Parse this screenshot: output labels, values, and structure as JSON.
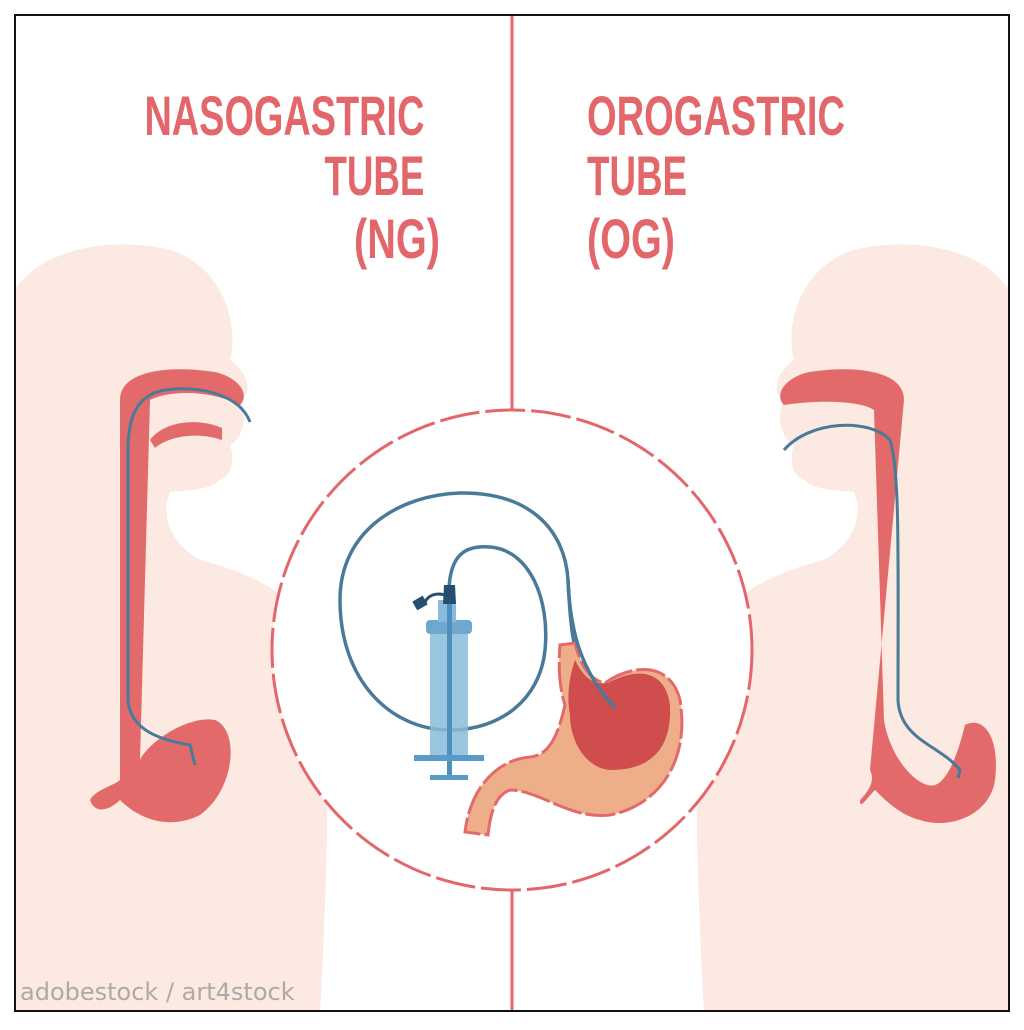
{
  "left_title": {
    "lines": [
      "NASOGASTRIC",
      "TUBE",
      "(NG)"
    ]
  },
  "right_title": {
    "lines": [
      "OROGASTRIC",
      "TUBE",
      "(OG)"
    ]
  },
  "watermark": "adobestock / art4stock",
  "colors": {
    "accent": "#e2666a",
    "body": "#fbe9e2",
    "organ": "#e36a6a",
    "organ_dark": "#cf4d4d",
    "stomach_light": "#efae8a",
    "tube": "#4a7a99",
    "syringe": "#88bcdb"
  }
}
